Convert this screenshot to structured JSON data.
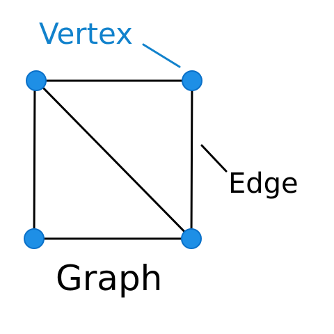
{
  "diagram": {
    "labels": {
      "vertex": "Vertex",
      "edge": "Edge",
      "graph": "Graph"
    },
    "colors": {
      "vertex_fill": "#1e8fe6",
      "vertex_stroke": "#0a70c8",
      "vertex_label": "#1282cc",
      "edge_stroke": "#000000",
      "text": "#000000"
    },
    "vertices": [
      "top-left",
      "top-right",
      "bottom-left",
      "bottom-right"
    ],
    "edges": [
      [
        "top-left",
        "top-right"
      ],
      [
        "top-left",
        "bottom-left"
      ],
      [
        "top-right",
        "bottom-right"
      ],
      [
        "bottom-left",
        "bottom-right"
      ],
      [
        "top-left",
        "bottom-right"
      ]
    ]
  }
}
